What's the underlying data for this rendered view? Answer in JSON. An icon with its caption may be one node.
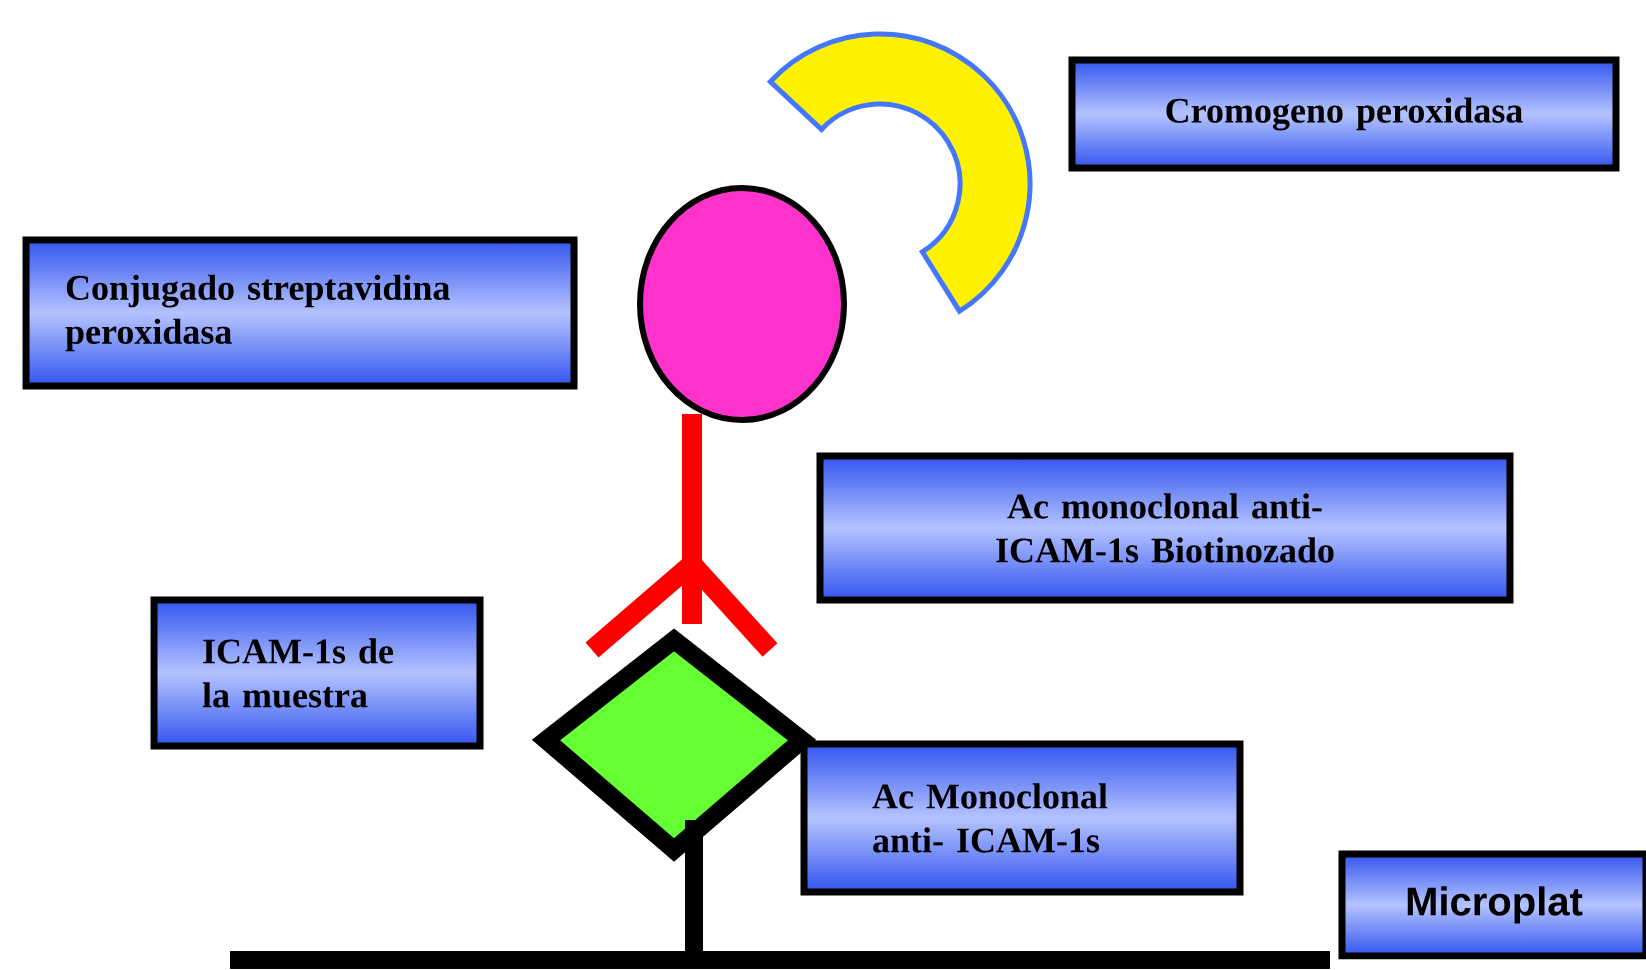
{
  "diagram": {
    "nodes": [
      {
        "text": [
          "Cromogeno peroxidasa"
        ]
      },
      {
        "text": [
          "Conjugado streptavidina peroxidasa"
        ]
      },
      {
        "text": [
          "Ac monoclonal anti- ICAM-1s Biotinozado"
        ]
      },
      {
        "text": [
          "ICAM-1s de la muestra"
        ]
      },
      {
        "text": [
          "Ac Monoclonal anti- ICAM-1s"
        ]
      },
      {
        "text": [
          "Microplat"
        ]
      }
    ]
  }
}
